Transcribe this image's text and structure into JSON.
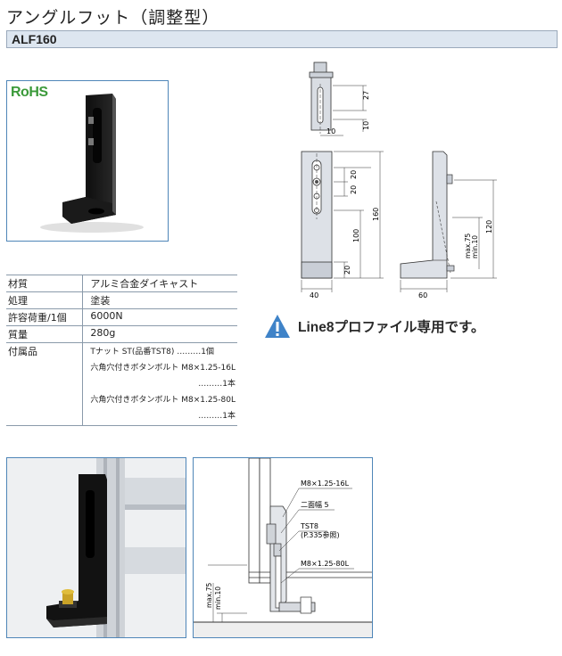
{
  "header": {
    "title": "アングルフット（調整型）",
    "code": "ALF160"
  },
  "badge": {
    "rohs": "RoHS"
  },
  "specs": [
    {
      "label": "材質",
      "value": "アルミ合金ダイキャスト"
    },
    {
      "label": "処理",
      "value": "塗装"
    },
    {
      "label": "許容荷重/1個",
      "value": "6000N"
    },
    {
      "label": "質量",
      "value": "280g"
    }
  ],
  "accessories": {
    "label": "付属品",
    "lines": [
      "Tナット ST(品番TST8) ………1個",
      "六角穴付きボタンボルト M8×1.25-16L",
      "………1本",
      "六角穴付きボタンボルト M8×1.25-80L",
      "………1本"
    ]
  },
  "note": {
    "icon": "warning-icon",
    "text": "Line8プロファイル専用です。"
  },
  "dimensions": {
    "top": [
      "27",
      "10",
      "10"
    ],
    "front": [
      "20",
      "20",
      "160",
      "100",
      "20",
      "40"
    ],
    "side": [
      "120",
      "max.75",
      "min.10",
      "60"
    ]
  },
  "assembly": {
    "labels": [
      "M8×1.25-16L",
      "二面幅 5",
      "TST8",
      "(P.335参照)",
      "M8×1.25-80L",
      "max.75",
      "min.10"
    ]
  },
  "colors": {
    "accent_border": "#4f86b8",
    "code_bar": "#dde6f0",
    "rohs_green": "#3b9a3a"
  }
}
